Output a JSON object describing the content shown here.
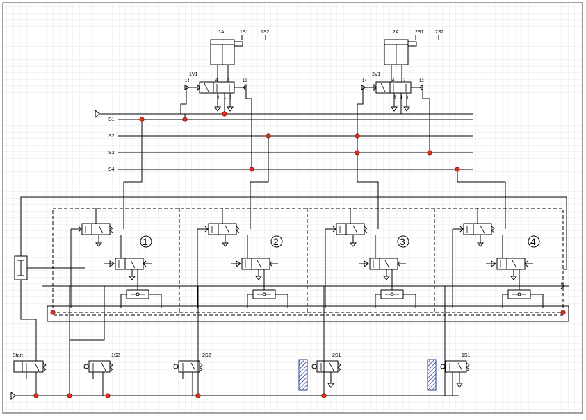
{
  "cylinders": [
    {
      "label": "1A",
      "s1": "1S1",
      "s2": "1S2",
      "valve": "1V1"
    },
    {
      "label": "2A",
      "s1": "2S1",
      "s2": "2S2",
      "valve": "2V1"
    }
  ],
  "bus": {
    "s1": "S1",
    "s2": "S2",
    "s3": "S3",
    "s4": "S4"
  },
  "groups": [
    "1",
    "2",
    "3",
    "4"
  ],
  "switches": {
    "start": "Start",
    "sw1": "1S2",
    "sw2": "2S2",
    "sw3": "2S1",
    "sw4": "1S1"
  },
  "ports": {
    "a4": "4",
    "a2": "2",
    "p5": "5",
    "p1": "1",
    "p3": "3",
    "c14": "14",
    "c12": "12"
  },
  "colors": {
    "junction": "#e03020",
    "grid": "#c8ccd4",
    "hatch": "#2a3a9a"
  }
}
